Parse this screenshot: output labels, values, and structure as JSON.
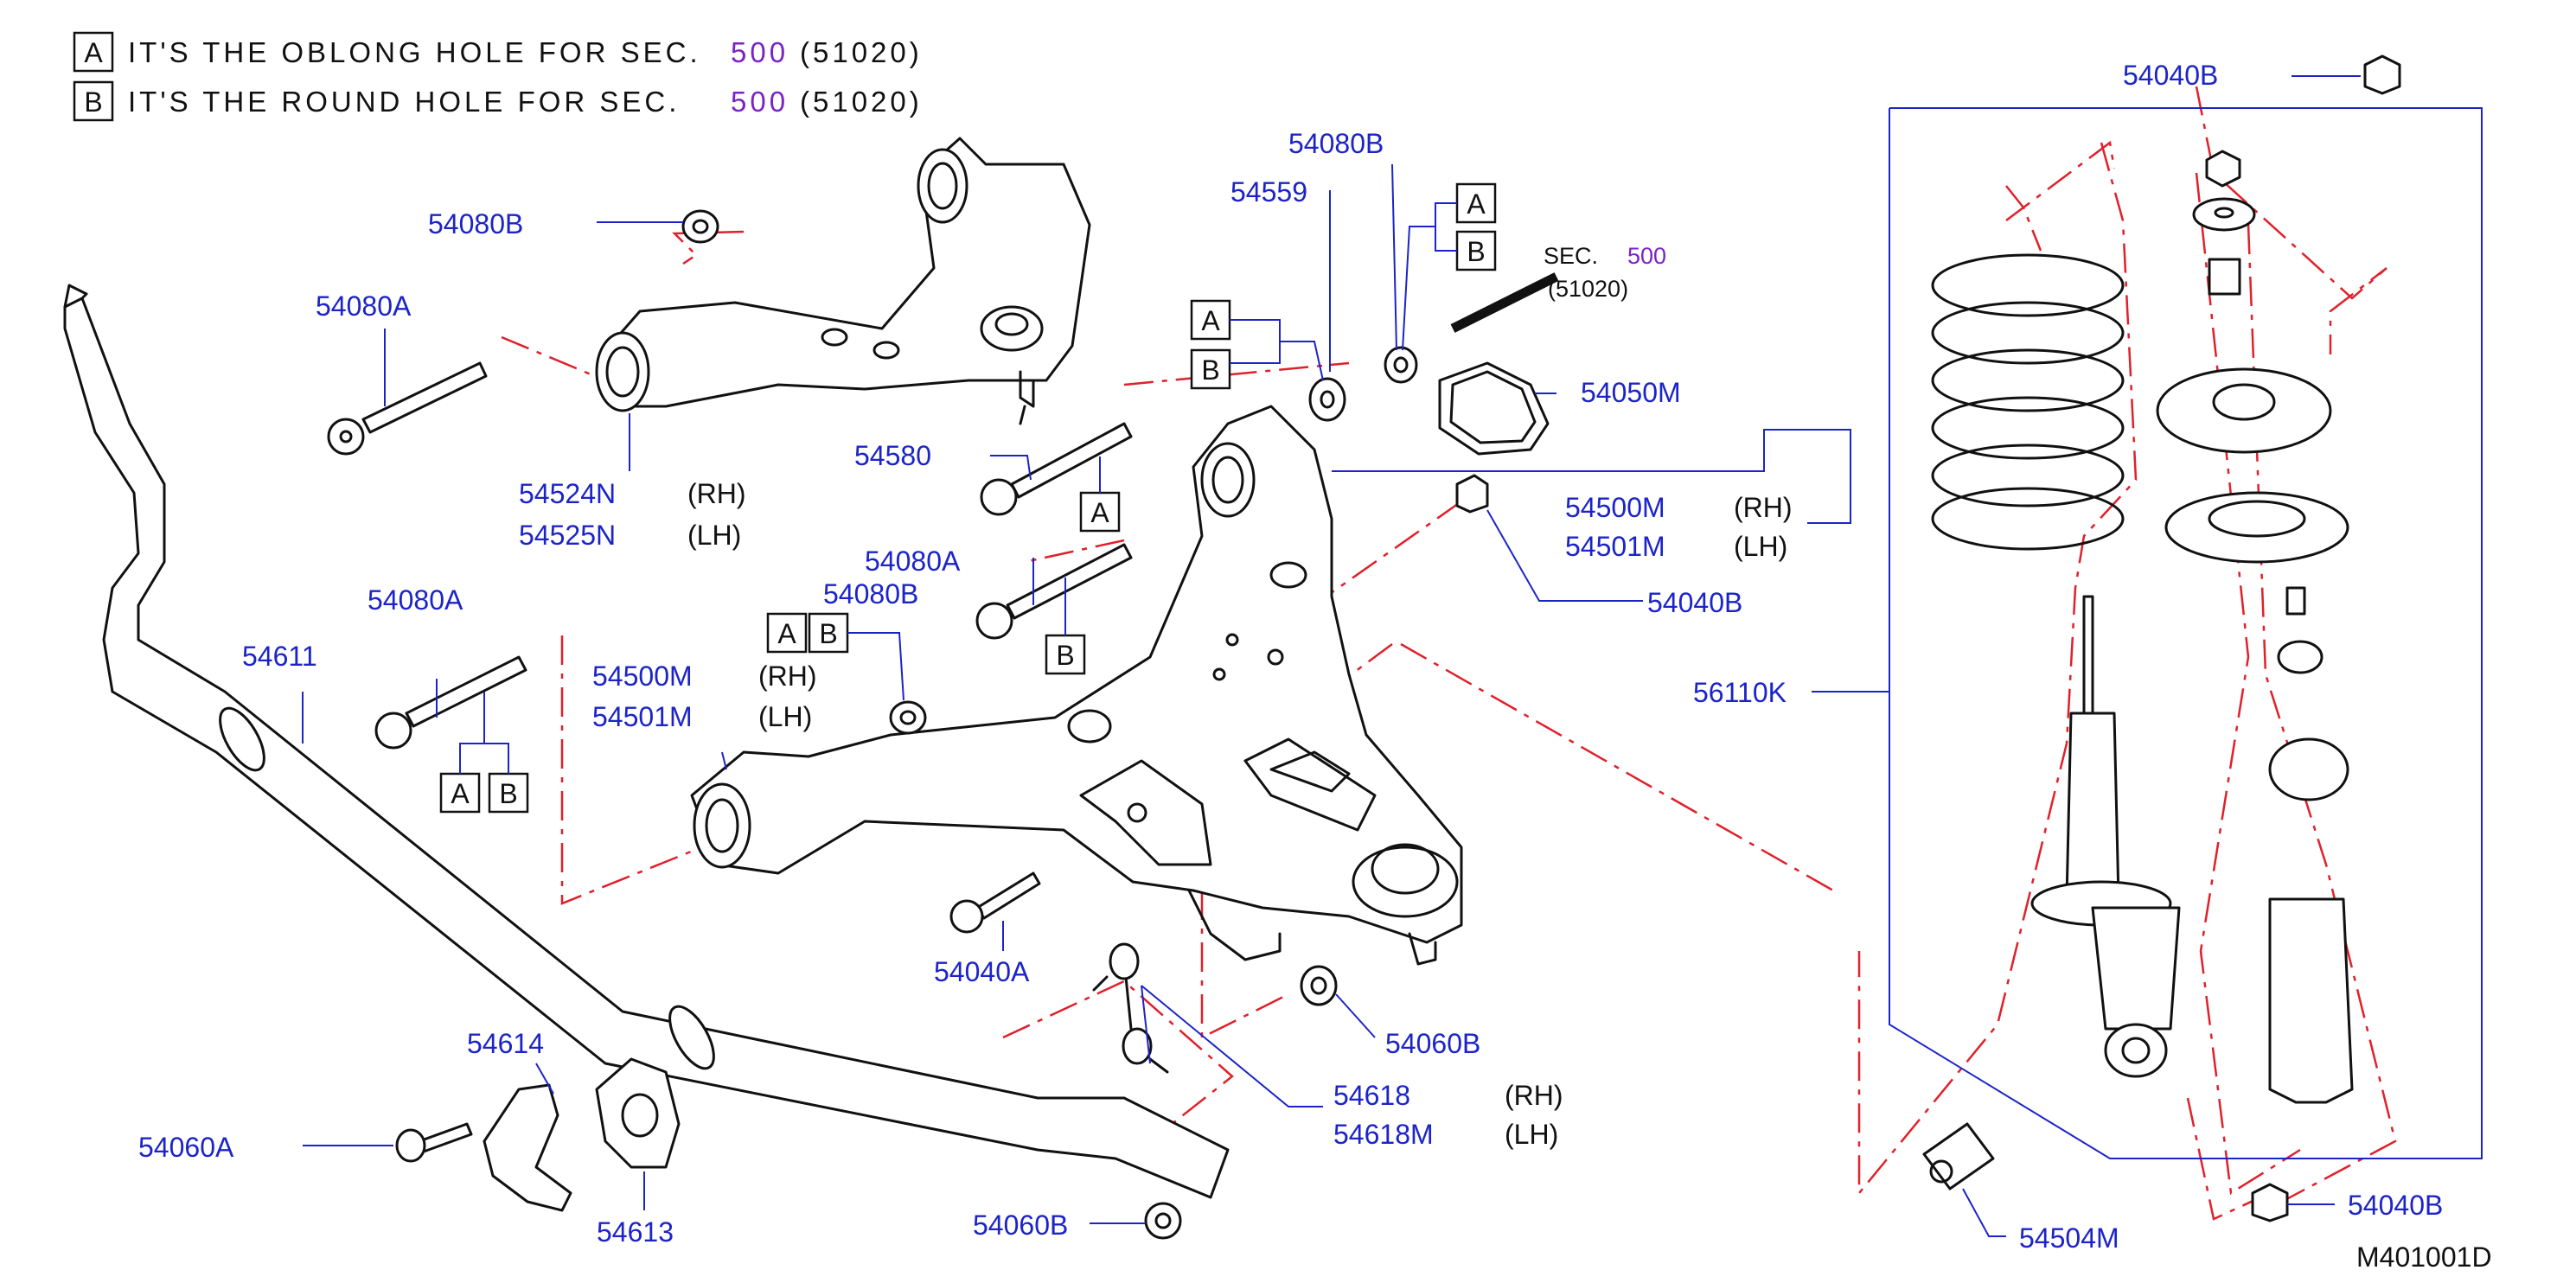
{
  "notes": [
    {
      "marker": "A",
      "text": "IT'S THE OBLONG HOLE FOR SEC.",
      "sec": "500",
      "ref": "(51020)"
    },
    {
      "marker": "B",
      "text": "IT'S THE ROUND HOLE FOR SEC.",
      "sec": "500",
      "ref": "(51020)"
    }
  ],
  "labels": {
    "p54040B_top": "54040B",
    "p54080B_a": "54080B",
    "p54080A_a": "54080A",
    "p54524N": "54524N",
    "p54525N": "54525N",
    "p54080B_b": "54080B",
    "p54559": "54559",
    "p54580": "54580",
    "p54080A_b": "54080A",
    "p54080B_c": "54080B",
    "p54080A_c": "54080A",
    "p54611": "54611",
    "p54500M_a": "54500M",
    "p54501M_a": "54501M",
    "p54050M": "54050M",
    "p54500M_b": "54500M",
    "p54501M_b": "54501M",
    "p54040B_mid": "54040B",
    "p56110K": "56110K",
    "p54040A": "54040A",
    "p54060B_a": "54060B",
    "p54614": "54614",
    "p54060A": "54060A",
    "p54613": "54613",
    "p54618": "54618",
    "p54618M": "54618M",
    "p54060B_b": "54060B",
    "p54504M": "54504M",
    "p54040B_bot": "54040B",
    "diagram_id": "M401001D"
  },
  "side": {
    "rh": "(RH)",
    "lh": "(LH)"
  },
  "sec_callout": {
    "title": "SEC.",
    "num": "500",
    "ref": "(51020)"
  },
  "markers": {
    "a": "A",
    "b": "B"
  },
  "colors": {
    "label": "#1c24c8",
    "leader": "#1c24c8",
    "section": "#7a22c8",
    "dash": "#e0202a",
    "line": "#111111"
  }
}
